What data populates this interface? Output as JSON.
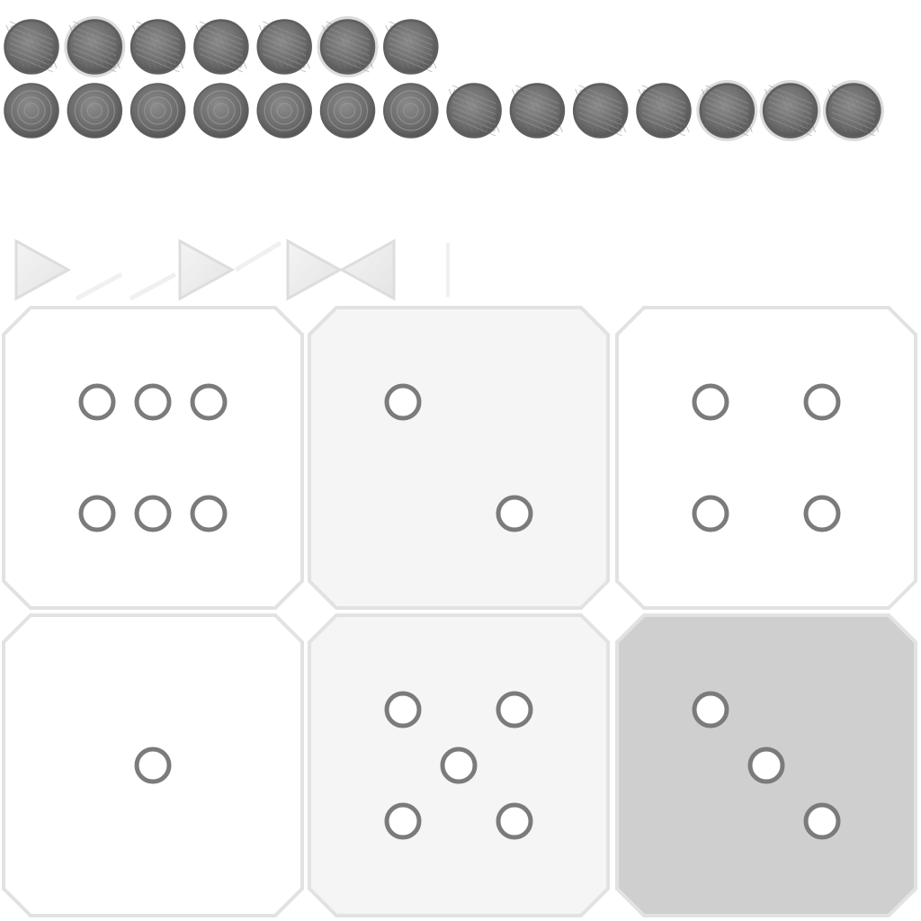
{
  "sprite_sheet": {
    "background": "#ffffff",
    "colors": {
      "chip_dark": "#5f5f5f",
      "chip_mid": "#7a7a7a",
      "chip_light": "#9a9a9a",
      "chip_halo": "#dcdcdc",
      "pip_ring": "#7b7b7b",
      "die_white": "#ffffff",
      "die_light": "#f5f5f5",
      "die_gray": "#cfcfcf",
      "die_edge": "#e2e2e2",
      "arrow_fill": "#ececec",
      "arrow_edge": "#dddddd"
    },
    "checker_rows": [
      {
        "row": 1,
        "checkers": [
          {
            "style": "woven",
            "halo": false
          },
          {
            "style": "woven",
            "halo": true
          },
          {
            "style": "woven",
            "halo": false
          },
          {
            "style": "woven",
            "halo": false
          },
          {
            "style": "woven",
            "halo": false
          },
          {
            "style": "woven",
            "halo": true
          },
          {
            "style": "woven",
            "halo": false
          }
        ]
      },
      {
        "row": 2,
        "checkers": [
          {
            "style": "ringed",
            "halo": false
          },
          {
            "style": "ringed",
            "halo": false
          },
          {
            "style": "ringed",
            "halo": false
          },
          {
            "style": "ringed",
            "halo": false
          },
          {
            "style": "ringed",
            "halo": false
          },
          {
            "style": "ringed",
            "halo": false
          },
          {
            "style": "ringed",
            "halo": false
          },
          {
            "style": "woven",
            "halo": false
          },
          {
            "style": "woven",
            "halo": false
          },
          {
            "style": "woven",
            "halo": false
          },
          {
            "style": "woven",
            "halo": false
          },
          {
            "style": "woven",
            "halo": true
          },
          {
            "style": "woven",
            "halo": true
          },
          {
            "style": "woven",
            "halo": true
          }
        ]
      }
    ],
    "arrow_icons": [
      "arrow-right-icon",
      "arrow-right-icon",
      "arrow-right-icon",
      "arrow-left-icon"
    ],
    "dice_faces": [
      {
        "pips": 6,
        "tint": "white"
      },
      {
        "pips": 2,
        "tint": "light"
      },
      {
        "pips": 4,
        "tint": "white"
      },
      {
        "pips": 1,
        "tint": "white"
      },
      {
        "pips": 5,
        "tint": "light"
      },
      {
        "pips": 3,
        "tint": "gray"
      }
    ]
  }
}
